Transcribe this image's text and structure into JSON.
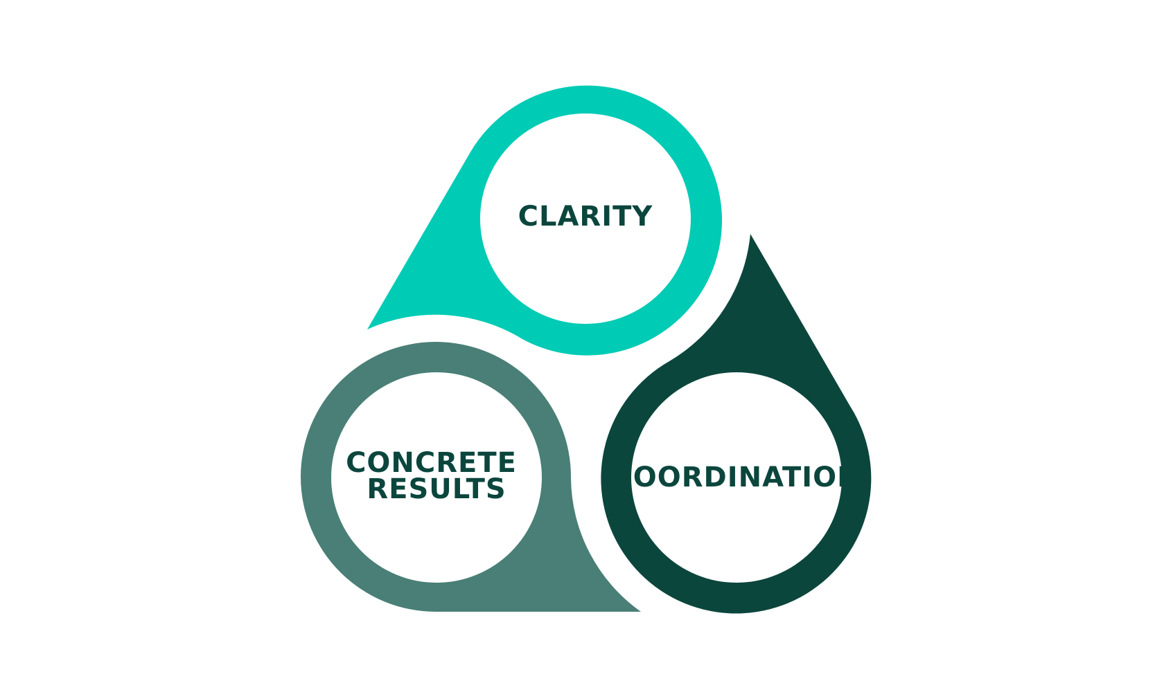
{
  "colors": {
    "background": "#ffffff",
    "clarity": "#00cbb5",
    "concrete_results": "#497f76",
    "coordination": "#0b463d",
    "label_text": "#0b463d"
  },
  "nodes": [
    {
      "id": "clarity",
      "label_lines": [
        "CLARITY"
      ]
    },
    {
      "id": "concrete-results",
      "label_lines": [
        "CONCRETE",
        "RESULTS"
      ]
    },
    {
      "id": "coordination",
      "label_lines": [
        "COORDINATION"
      ]
    }
  ]
}
